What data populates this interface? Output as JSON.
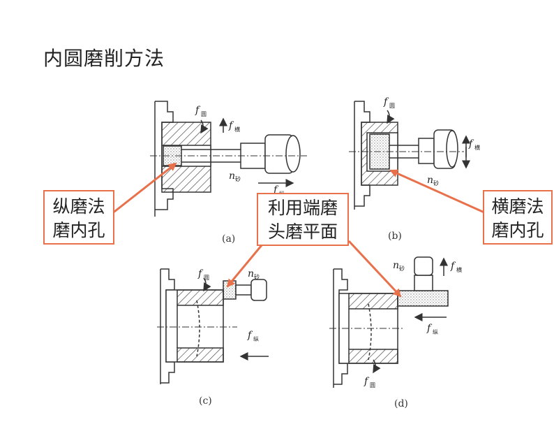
{
  "title": "内圆磨削方法",
  "callouts": {
    "left": [
      "纵磨法",
      "磨内孔"
    ],
    "middle": [
      "利用端磨",
      "头磨平面"
    ],
    "right": [
      "横磨法",
      "磨内孔"
    ]
  },
  "subfigures": [
    "(a)",
    "(b)",
    "(c)",
    "(d)"
  ],
  "symbols": {
    "f": "f",
    "n": "n",
    "sub_circ": "圆",
    "sub_cross": "横",
    "sub_long": "纵",
    "sub_wheel": "砂"
  },
  "colors": {
    "accent": "#e8704a",
    "line": "#333333"
  }
}
